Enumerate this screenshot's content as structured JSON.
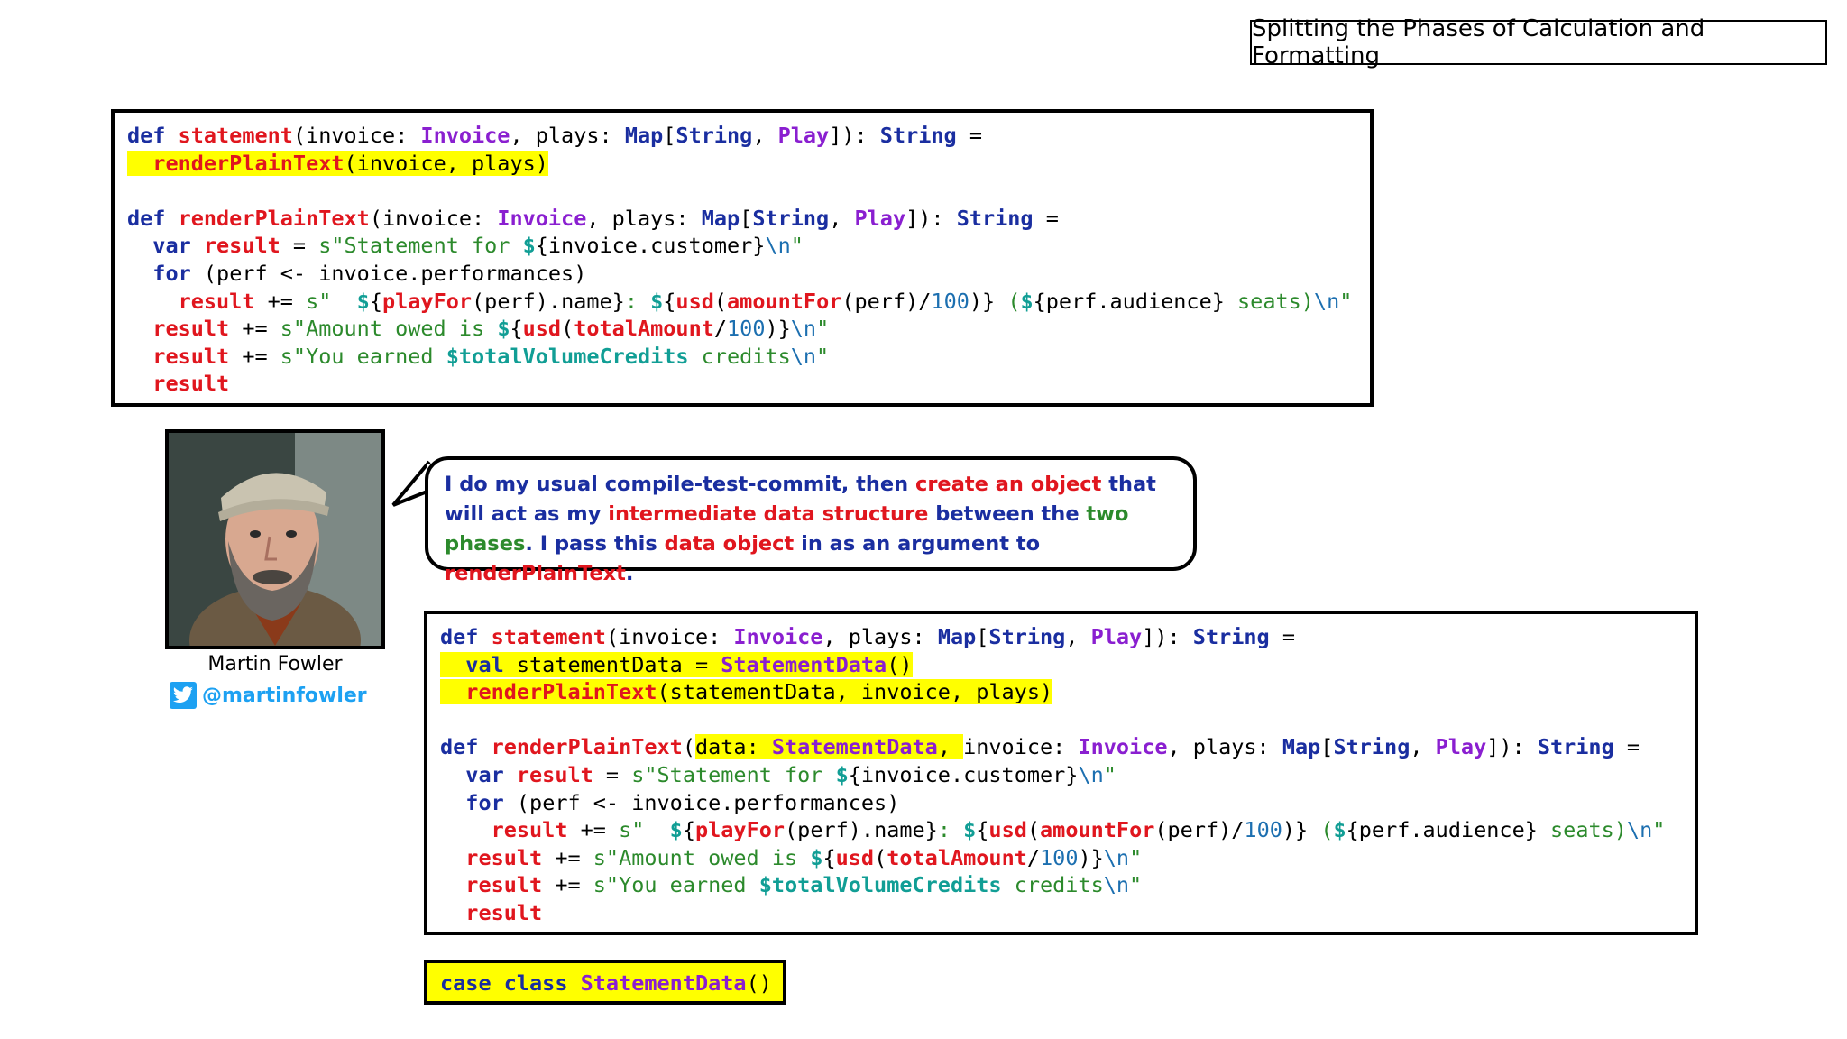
{
  "slide": {
    "title": "Splitting the Phases of Calculation and Formatting"
  },
  "author": {
    "name": "Martin Fowler",
    "handle": "@martinfowler"
  },
  "speech": {
    "segments": [
      {
        "text": "I do my usual compile-test-commit, then ",
        "color": "blue"
      },
      {
        "text": "create an object",
        "color": "red"
      },
      {
        "text": " that will act as my ",
        "color": "blue"
      },
      {
        "text": "intermediate data structure",
        "color": "red"
      },
      {
        "text": " between the ",
        "color": "blue"
      },
      {
        "text": "two phases",
        "color": "green"
      },
      {
        "text": ". I pass this ",
        "color": "blue"
      },
      {
        "text": "data object",
        "color": "red"
      },
      {
        "text": " in as an argument to ",
        "color": "blue"
      },
      {
        "text": "renderPlainText",
        "color": "red"
      },
      {
        "text": ".",
        "color": "blue"
      }
    ]
  },
  "code_before": [
    [
      [
        "k",
        "def "
      ],
      [
        "f",
        "statement"
      ],
      [
        "o",
        "(invoice: "
      ],
      [
        "t",
        "Invoice"
      ],
      [
        "o",
        ", plays: "
      ],
      [
        "k",
        "Map"
      ],
      [
        "o",
        "["
      ],
      [
        "k",
        "String"
      ],
      [
        "o",
        ", "
      ],
      [
        "t",
        "Play"
      ],
      [
        "o",
        "]): "
      ],
      [
        "k",
        "String"
      ],
      [
        "o",
        " ="
      ]
    ],
    [
      [
        "hl-o",
        "  "
      ],
      [
        "hl-f",
        "renderPlainText"
      ],
      [
        "hl-o",
        "(invoice, plays)"
      ]
    ],
    [],
    [
      [
        "k",
        "def "
      ],
      [
        "f",
        "renderPlainText"
      ],
      [
        "o",
        "(invoice: "
      ],
      [
        "t",
        "Invoice"
      ],
      [
        "o",
        ", plays: "
      ],
      [
        "k",
        "Map"
      ],
      [
        "o",
        "["
      ],
      [
        "k",
        "String"
      ],
      [
        "o",
        ", "
      ],
      [
        "t",
        "Play"
      ],
      [
        "o",
        "]): "
      ],
      [
        "k",
        "String"
      ],
      [
        "o",
        " ="
      ]
    ],
    [
      [
        "o",
        "  "
      ],
      [
        "k",
        "var "
      ],
      [
        "f",
        "result"
      ],
      [
        "o",
        " = "
      ],
      [
        "s",
        "s\"Statement for "
      ],
      [
        "g",
        "$"
      ],
      [
        "o",
        "{invoice.customer}"
      ],
      [
        "i",
        "\\n"
      ],
      [
        "s",
        "\""
      ]
    ],
    [
      [
        "o",
        "  "
      ],
      [
        "k",
        "for"
      ],
      [
        "o",
        " (perf <- invoice.performances)"
      ]
    ],
    [
      [
        "o",
        "    "
      ],
      [
        "f",
        "result"
      ],
      [
        "o",
        " += "
      ],
      [
        "s",
        "s\"  "
      ],
      [
        "g",
        "$"
      ],
      [
        "o",
        "{"
      ],
      [
        "f",
        "playFor"
      ],
      [
        "o",
        "(perf).name}"
      ],
      [
        "s",
        ": "
      ],
      [
        "g",
        "$"
      ],
      [
        "o",
        "{"
      ],
      [
        "f",
        "usd"
      ],
      [
        "o",
        "("
      ],
      [
        "f",
        "amountFor"
      ],
      [
        "o",
        "(perf)/"
      ],
      [
        "i",
        "100"
      ],
      [
        "o",
        ")} "
      ],
      [
        "s",
        "("
      ],
      [
        "g",
        "$"
      ],
      [
        "o",
        "{perf.audience}"
      ],
      [
        "s",
        " seats)"
      ],
      [
        "i",
        "\\n"
      ],
      [
        "s",
        "\""
      ]
    ],
    [
      [
        "o",
        "  "
      ],
      [
        "f",
        "result"
      ],
      [
        "o",
        " += "
      ],
      [
        "s",
        "s\"Amount owed is "
      ],
      [
        "g",
        "$"
      ],
      [
        "o",
        "{"
      ],
      [
        "f",
        "usd"
      ],
      [
        "o",
        "("
      ],
      [
        "f",
        "totalAmount"
      ],
      [
        "o",
        "/"
      ],
      [
        "i",
        "100"
      ],
      [
        "o",
        ")}"
      ],
      [
        "i",
        "\\n"
      ],
      [
        "s",
        "\""
      ]
    ],
    [
      [
        "o",
        "  "
      ],
      [
        "f",
        "result"
      ],
      [
        "o",
        " += "
      ],
      [
        "s",
        "s\"You earned "
      ],
      [
        "g",
        "$totalVolumeCredits"
      ],
      [
        "s",
        " credits"
      ],
      [
        "i",
        "\\n"
      ],
      [
        "s",
        "\""
      ]
    ],
    [
      [
        "o",
        "  "
      ],
      [
        "f",
        "result"
      ]
    ]
  ],
  "code_after": [
    [
      [
        "k",
        "def "
      ],
      [
        "f",
        "statement"
      ],
      [
        "o",
        "(invoice: "
      ],
      [
        "t",
        "Invoice"
      ],
      [
        "o",
        ", plays: "
      ],
      [
        "k",
        "Map"
      ],
      [
        "o",
        "["
      ],
      [
        "k",
        "String"
      ],
      [
        "o",
        ", "
      ],
      [
        "t",
        "Play"
      ],
      [
        "o",
        "]): "
      ],
      [
        "k",
        "String"
      ],
      [
        "o",
        " ="
      ]
    ],
    [
      [
        "hl-o",
        "  "
      ],
      [
        "hl-k",
        "val "
      ],
      [
        "hl-o",
        "statementData = "
      ],
      [
        "hl-t",
        "StatementData"
      ],
      [
        "hl-o",
        "()"
      ]
    ],
    [
      [
        "hl-o",
        "  "
      ],
      [
        "hl-f",
        "renderPlainText"
      ],
      [
        "hl-o",
        "(statementData, invoice, plays)"
      ]
    ],
    [],
    [
      [
        "k",
        "def "
      ],
      [
        "f",
        "renderPlainText"
      ],
      [
        "o",
        "("
      ],
      [
        "hl-o",
        "data: "
      ],
      [
        "hl-t",
        "StatementData"
      ],
      [
        "hl-o",
        ", "
      ],
      [
        "o",
        "invoice: "
      ],
      [
        "t",
        "Invoice"
      ],
      [
        "o",
        ", plays: "
      ],
      [
        "k",
        "Map"
      ],
      [
        "o",
        "["
      ],
      [
        "k",
        "String"
      ],
      [
        "o",
        ", "
      ],
      [
        "t",
        "Play"
      ],
      [
        "o",
        "]): "
      ],
      [
        "k",
        "String"
      ],
      [
        "o",
        " ="
      ]
    ],
    [
      [
        "o",
        "  "
      ],
      [
        "k",
        "var "
      ],
      [
        "f",
        "result"
      ],
      [
        "o",
        " = "
      ],
      [
        "s",
        "s\"Statement for "
      ],
      [
        "g",
        "$"
      ],
      [
        "o",
        "{invoice.customer}"
      ],
      [
        "i",
        "\\n"
      ],
      [
        "s",
        "\""
      ]
    ],
    [
      [
        "o",
        "  "
      ],
      [
        "k",
        "for"
      ],
      [
        "o",
        " (perf <- invoice.performances)"
      ]
    ],
    [
      [
        "o",
        "    "
      ],
      [
        "f",
        "result"
      ],
      [
        "o",
        " += "
      ],
      [
        "s",
        "s\"  "
      ],
      [
        "g",
        "$"
      ],
      [
        "o",
        "{"
      ],
      [
        "f",
        "playFor"
      ],
      [
        "o",
        "(perf).name}"
      ],
      [
        "s",
        ": "
      ],
      [
        "g",
        "$"
      ],
      [
        "o",
        "{"
      ],
      [
        "f",
        "usd"
      ],
      [
        "o",
        "("
      ],
      [
        "f",
        "amountFor"
      ],
      [
        "o",
        "(perf)/"
      ],
      [
        "i",
        "100"
      ],
      [
        "o",
        ")} "
      ],
      [
        "s",
        "("
      ],
      [
        "g",
        "$"
      ],
      [
        "o",
        "{perf.audience}"
      ],
      [
        "s",
        " seats)"
      ],
      [
        "i",
        "\\n"
      ],
      [
        "s",
        "\""
      ]
    ],
    [
      [
        "o",
        "  "
      ],
      [
        "f",
        "result"
      ],
      [
        "o",
        " += "
      ],
      [
        "s",
        "s\"Amount owed is "
      ],
      [
        "g",
        "$"
      ],
      [
        "o",
        "{"
      ],
      [
        "f",
        "usd"
      ],
      [
        "o",
        "("
      ],
      [
        "f",
        "totalAmount"
      ],
      [
        "o",
        "/"
      ],
      [
        "i",
        "100"
      ],
      [
        "o",
        ")}"
      ],
      [
        "i",
        "\\n"
      ],
      [
        "s",
        "\""
      ]
    ],
    [
      [
        "o",
        "  "
      ],
      [
        "f",
        "result"
      ],
      [
        "o",
        " += "
      ],
      [
        "s",
        "s\"You earned "
      ],
      [
        "g",
        "$totalVolumeCredits"
      ],
      [
        "s",
        " credits"
      ],
      [
        "i",
        "\\n"
      ],
      [
        "s",
        "\""
      ]
    ],
    [
      [
        "o",
        "  "
      ],
      [
        "f",
        "result"
      ]
    ]
  ],
  "code_case_class": [
    [
      [
        "k",
        "case class "
      ],
      [
        "t",
        "StatementData"
      ],
      [
        "o",
        "()"
      ]
    ]
  ],
  "colors": {
    "keyword": "#1a2ea0",
    "function": "#e0161e",
    "type": "#8a1fd0",
    "string": "#2c8a2c",
    "escape": "#1c6fb0",
    "interpolation": "#119e95",
    "highlight": "#ffff00",
    "twitter": "#1da1f2"
  }
}
